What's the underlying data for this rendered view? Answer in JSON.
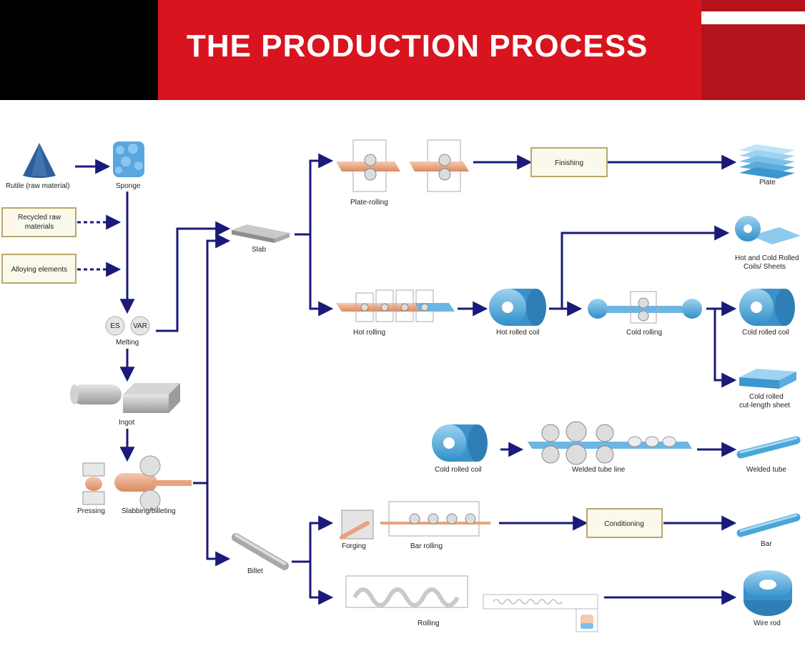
{
  "header": {
    "title": "THE PRODUCTION PROCESS"
  },
  "labels": {
    "rutile": "Rutile (raw material)",
    "sponge": "Sponge",
    "recycled": [
      "Recycled raw",
      "materials"
    ],
    "alloying": "Alloying elements",
    "es": "ES",
    "var": "VAR",
    "melting": "Melting",
    "ingot": "Ingot",
    "pressing": "Pressing",
    "slabbing": "Slabbing/billeting",
    "slab": "Slab",
    "billet": "Billet",
    "plate_rolling": "Plate-rolling",
    "finishing": "Finishing",
    "plate": "Plate",
    "hot_cold_coils": [
      "Hot and Cold Rolled",
      "Coils/ Sheets"
    ],
    "hot_rolling": "Hot rolling",
    "hot_rolled_coil": "Hot rolled coil",
    "cold_rolling": "Cold rolling",
    "cold_rolled_coil": "Cold rolled coil",
    "cold_cut_sheet": [
      "Cold rolled",
      "cut-length sheet"
    ],
    "cold_rolled_coil_2": "Cold rolled coil",
    "welded_tube_line": "Welded tube line",
    "welded_tube": "Welded tube",
    "forging": "Forging",
    "bar_rolling": "Bar rolling",
    "conditioning": "Conditioning",
    "bar": "Bar",
    "rolling": "Rolling",
    "wire_rod": "Wire rod"
  },
  "colors": {
    "header_red": "#d8141e",
    "arrow": "#1a1a7a",
    "box_border": "#b9a86a",
    "box_fill": "#fbf8ec",
    "blue": "#4aa6d8",
    "copper": "#e8a27e",
    "gray": "#b8b8b8"
  }
}
